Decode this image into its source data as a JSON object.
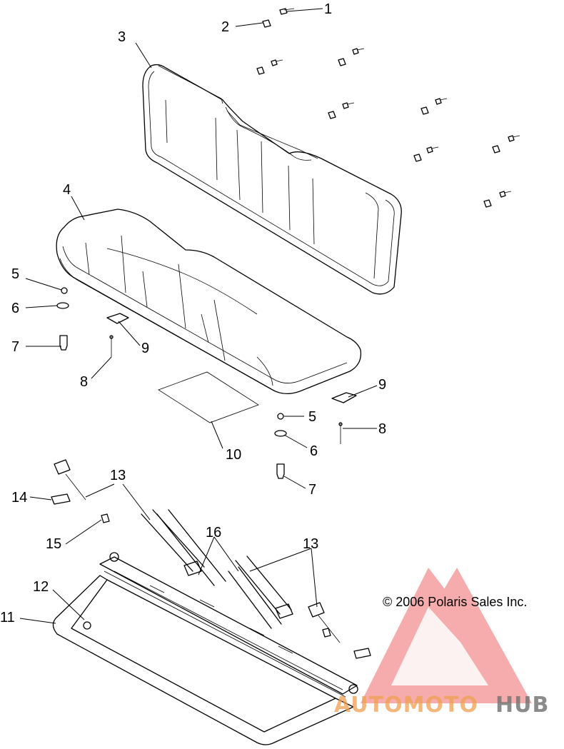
{
  "diagram": {
    "callouts": [
      {
        "id": "c1",
        "label": "1"
      },
      {
        "id": "c2",
        "label": "2"
      },
      {
        "id": "c3",
        "label": "3"
      },
      {
        "id": "c4",
        "label": "4"
      },
      {
        "id": "c5a",
        "label": "5"
      },
      {
        "id": "c6a",
        "label": "6"
      },
      {
        "id": "c7a",
        "label": "7"
      },
      {
        "id": "c8a",
        "label": "8"
      },
      {
        "id": "c9a",
        "label": "9"
      },
      {
        "id": "c9b",
        "label": "9"
      },
      {
        "id": "c5b",
        "label": "5"
      },
      {
        "id": "c8b",
        "label": "8"
      },
      {
        "id": "c10",
        "label": "10"
      },
      {
        "id": "c6b",
        "label": "6"
      },
      {
        "id": "c7b",
        "label": "7"
      },
      {
        "id": "c13a",
        "label": "13"
      },
      {
        "id": "c14",
        "label": "14"
      },
      {
        "id": "c15",
        "label": "15"
      },
      {
        "id": "c16",
        "label": "16"
      },
      {
        "id": "c13b",
        "label": "13"
      },
      {
        "id": "c12",
        "label": "12"
      },
      {
        "id": "c11",
        "label": "11"
      }
    ],
    "copyright": "© 2006 Polaris Sales Inc."
  },
  "watermark": {
    "text_part1": "AUTOMOTO",
    "text_part2": "HUB",
    "color_red": "#f07070",
    "color_orange": "#f0a050",
    "color_gray": "#777777"
  }
}
